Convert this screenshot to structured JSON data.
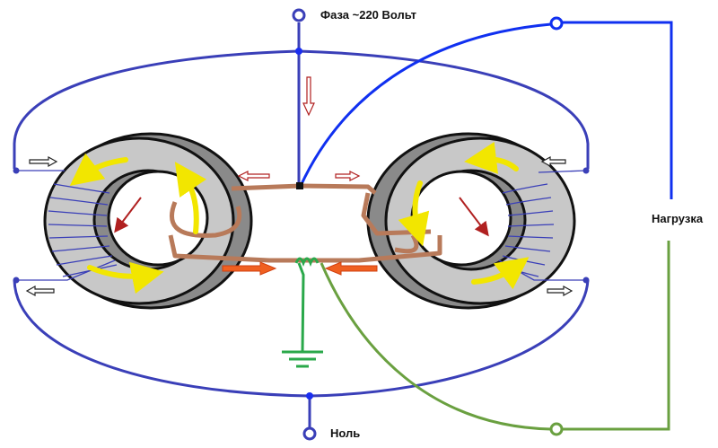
{
  "labels": {
    "phase": "Фаза ~220 Вольт",
    "neutral": "Ноль",
    "load": "Нагрузка"
  },
  "colors": {
    "primary_loop": "#3a3fb8",
    "load_wire": "#1030f0",
    "return_wire": "#6aa040",
    "ground": "#2aa84a",
    "copper_winding": "#b87a5a",
    "core_light": "#c8c8c8",
    "core_dark": "#8a8a8a",
    "flux_arrow": "#f2e600",
    "field_arrow": "#b02020",
    "current_arrow": "#f06020",
    "outline": "#111111"
  },
  "components": {
    "toroids": [
      "left-toroid-core",
      "right-toroid-core"
    ],
    "terminals": [
      "phase-terminal",
      "neutral-terminal",
      "load-terminal-top",
      "load-terminal-bottom"
    ],
    "ground": "ground-symbol"
  }
}
